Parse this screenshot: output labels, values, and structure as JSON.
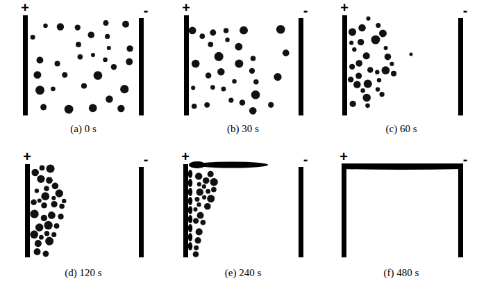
{
  "diagram": {
    "labels": [
      "+",
      "-",
      "(a) 0 s",
      "+",
      "-",
      "(b) 30 s",
      "+",
      "-",
      "(c) 60 s",
      "+",
      "-",
      "(d) 120 s",
      "+",
      "-",
      "(e) 240 s",
      "+",
      "-",
      "(f) 480 s"
    ]
  }
}
